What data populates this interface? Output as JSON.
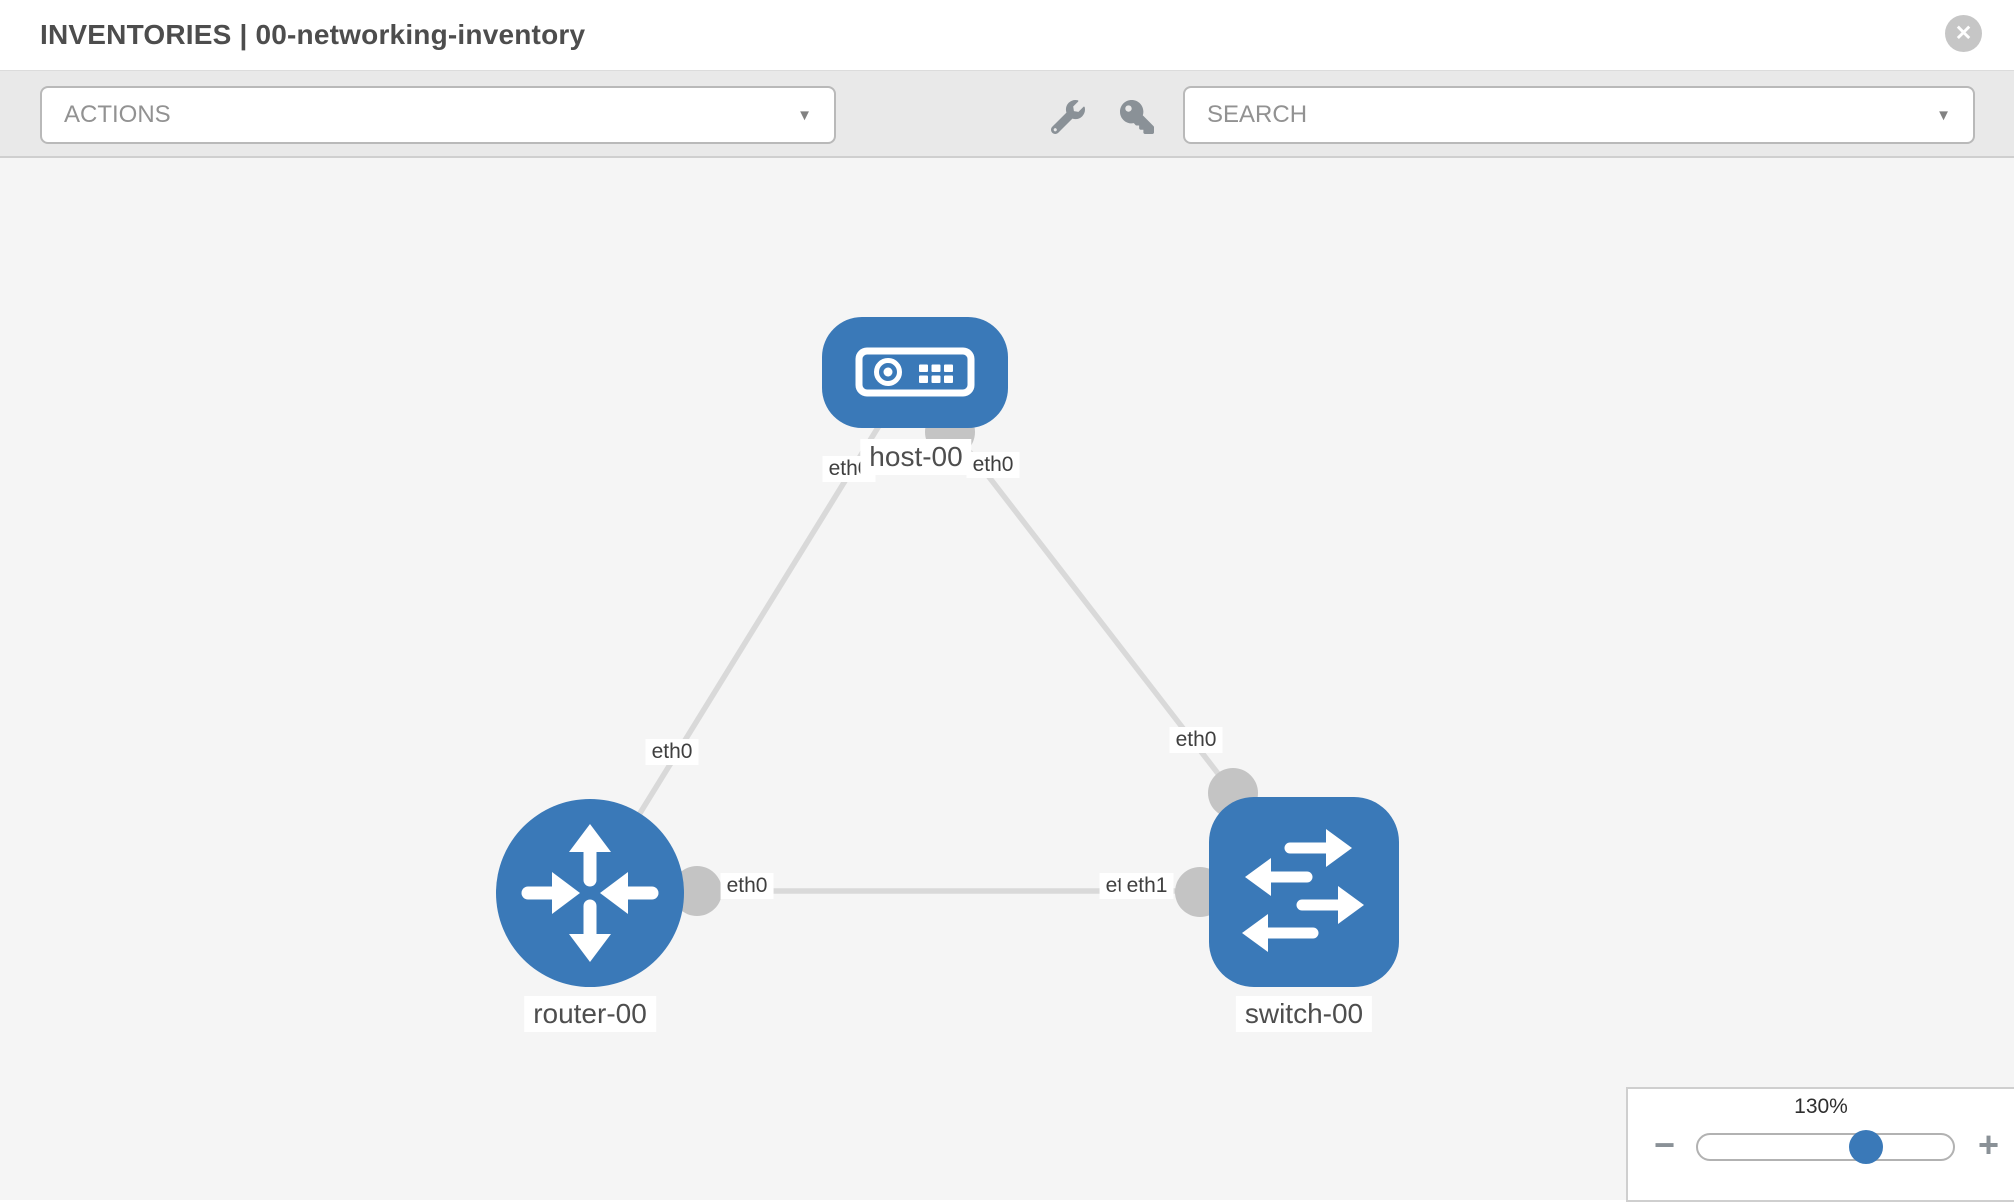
{
  "header": {
    "title": "INVENTORIES | 00-networking-inventory"
  },
  "icons": {
    "close_glyph": "✕",
    "caret_glyph": "▼",
    "minus_glyph": "−",
    "plus_glyph": "+"
  },
  "toolbar": {
    "actions_label": "ACTIONS",
    "search_label": "SEARCH"
  },
  "topology": {
    "nodes": [
      {
        "id": "host-00",
        "type": "host",
        "label": "host-00"
      },
      {
        "id": "router-00",
        "type": "router",
        "label": "router-00"
      },
      {
        "id": "switch-00",
        "type": "switch",
        "label": "switch-00"
      }
    ],
    "links": [
      {
        "source": "host-00",
        "source_if": "eth0",
        "target": "router-00",
        "target_if": "eth0"
      },
      {
        "source": "host-00",
        "source_if": "eth0",
        "target": "switch-00",
        "target_if": "eth0"
      },
      {
        "source": "router-00",
        "source_if": "eth0",
        "target": "switch-00",
        "target_if": "eth1"
      }
    ]
  },
  "zoom_control": {
    "level": "130%"
  },
  "colors": {
    "node_blue": "#3a79b8",
    "port_gray": "#c4c4c4",
    "link_gray": "#d9d9d9",
    "canvas_bg": "#f5f5f5",
    "toolbar_bg": "#e9e9e9",
    "icon_gray": "#8a9197"
  }
}
